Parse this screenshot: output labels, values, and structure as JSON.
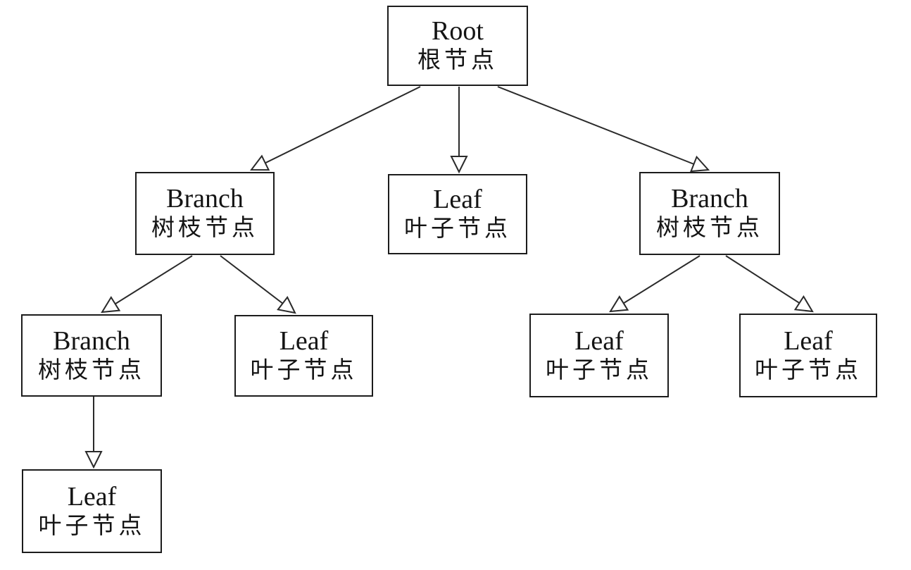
{
  "diagram": {
    "type": "tree",
    "description": "Tree structure diagram with bilingual node labels",
    "colors": {
      "background": "#ffffff",
      "node_fill": "#ffffff",
      "node_border": "#1c1c1c",
      "edge_stroke": "#2a2a2a",
      "arrowhead_fill": "#ffffff",
      "text": "#141414"
    },
    "nodes": {
      "root": {
        "en": "Root",
        "zh": "根节点"
      },
      "branch_left": {
        "en": "Branch",
        "zh": "树枝节点"
      },
      "leaf_mid": {
        "en": "Leaf",
        "zh": "叶子节点"
      },
      "branch_right": {
        "en": "Branch",
        "zh": "树枝节点"
      },
      "branch_left_sub": {
        "en": "Branch",
        "zh": "树枝节点"
      },
      "leaf_left_sub": {
        "en": "Leaf",
        "zh": "叶子节点"
      },
      "leaf_right_1": {
        "en": "Leaf",
        "zh": "叶子节点"
      },
      "leaf_right_2": {
        "en": "Leaf",
        "zh": "叶子节点"
      },
      "leaf_deep": {
        "en": "Leaf",
        "zh": "叶子节点"
      }
    },
    "edges": [
      {
        "from": "root",
        "to": "branch_left"
      },
      {
        "from": "root",
        "to": "leaf_mid"
      },
      {
        "from": "root",
        "to": "branch_right"
      },
      {
        "from": "branch_left",
        "to": "branch_left_sub"
      },
      {
        "from": "branch_left",
        "to": "leaf_left_sub"
      },
      {
        "from": "branch_left_sub",
        "to": "leaf_deep"
      },
      {
        "from": "branch_right",
        "to": "leaf_right_1"
      },
      {
        "from": "branch_right",
        "to": "leaf_right_2"
      }
    ],
    "arrowhead_style": "hollow-triangle"
  }
}
